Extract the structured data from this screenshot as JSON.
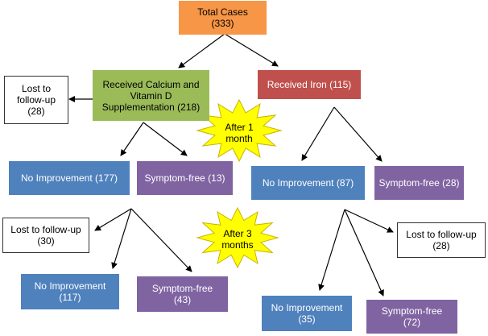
{
  "colors": {
    "orange": "#f79646",
    "green": "#9bbb59",
    "red": "#c0504d",
    "blue": "#4f81bd",
    "purple": "#8064a2",
    "burst": "#ffff00"
  },
  "nodes": {
    "total": "Total Cases\n(333)",
    "calcium": "Received Calcium and\nVitamin D\nSupplementation (218)",
    "iron": "Received Iron (115)",
    "lost_calcium_1": "Lost to\nfollow-up\n(28)",
    "no_improvement_calcium_1": "No Improvement (177)",
    "symptom_free_calcium_1": "Symptom-free (13)",
    "no_improvement_iron_1": "No Improvement (87)",
    "symptom_free_iron_1": "Symptom-free (28)",
    "lost_calcium_2": "Lost to follow-up\n(30)",
    "no_improvement_calcium_2": "No Improvement\n(117)",
    "symptom_free_calcium_2": "Symptom-free\n(43)",
    "lost_iron_2": "Lost to follow-up\n(28)",
    "no_improvement_iron_2": "No Improvement\n(35)",
    "symptom_free_iron_2": "Symptom-free\n(72)"
  },
  "bursts": {
    "month_1": "After 1\nmonth",
    "month_3": "After 3\nmonths"
  }
}
